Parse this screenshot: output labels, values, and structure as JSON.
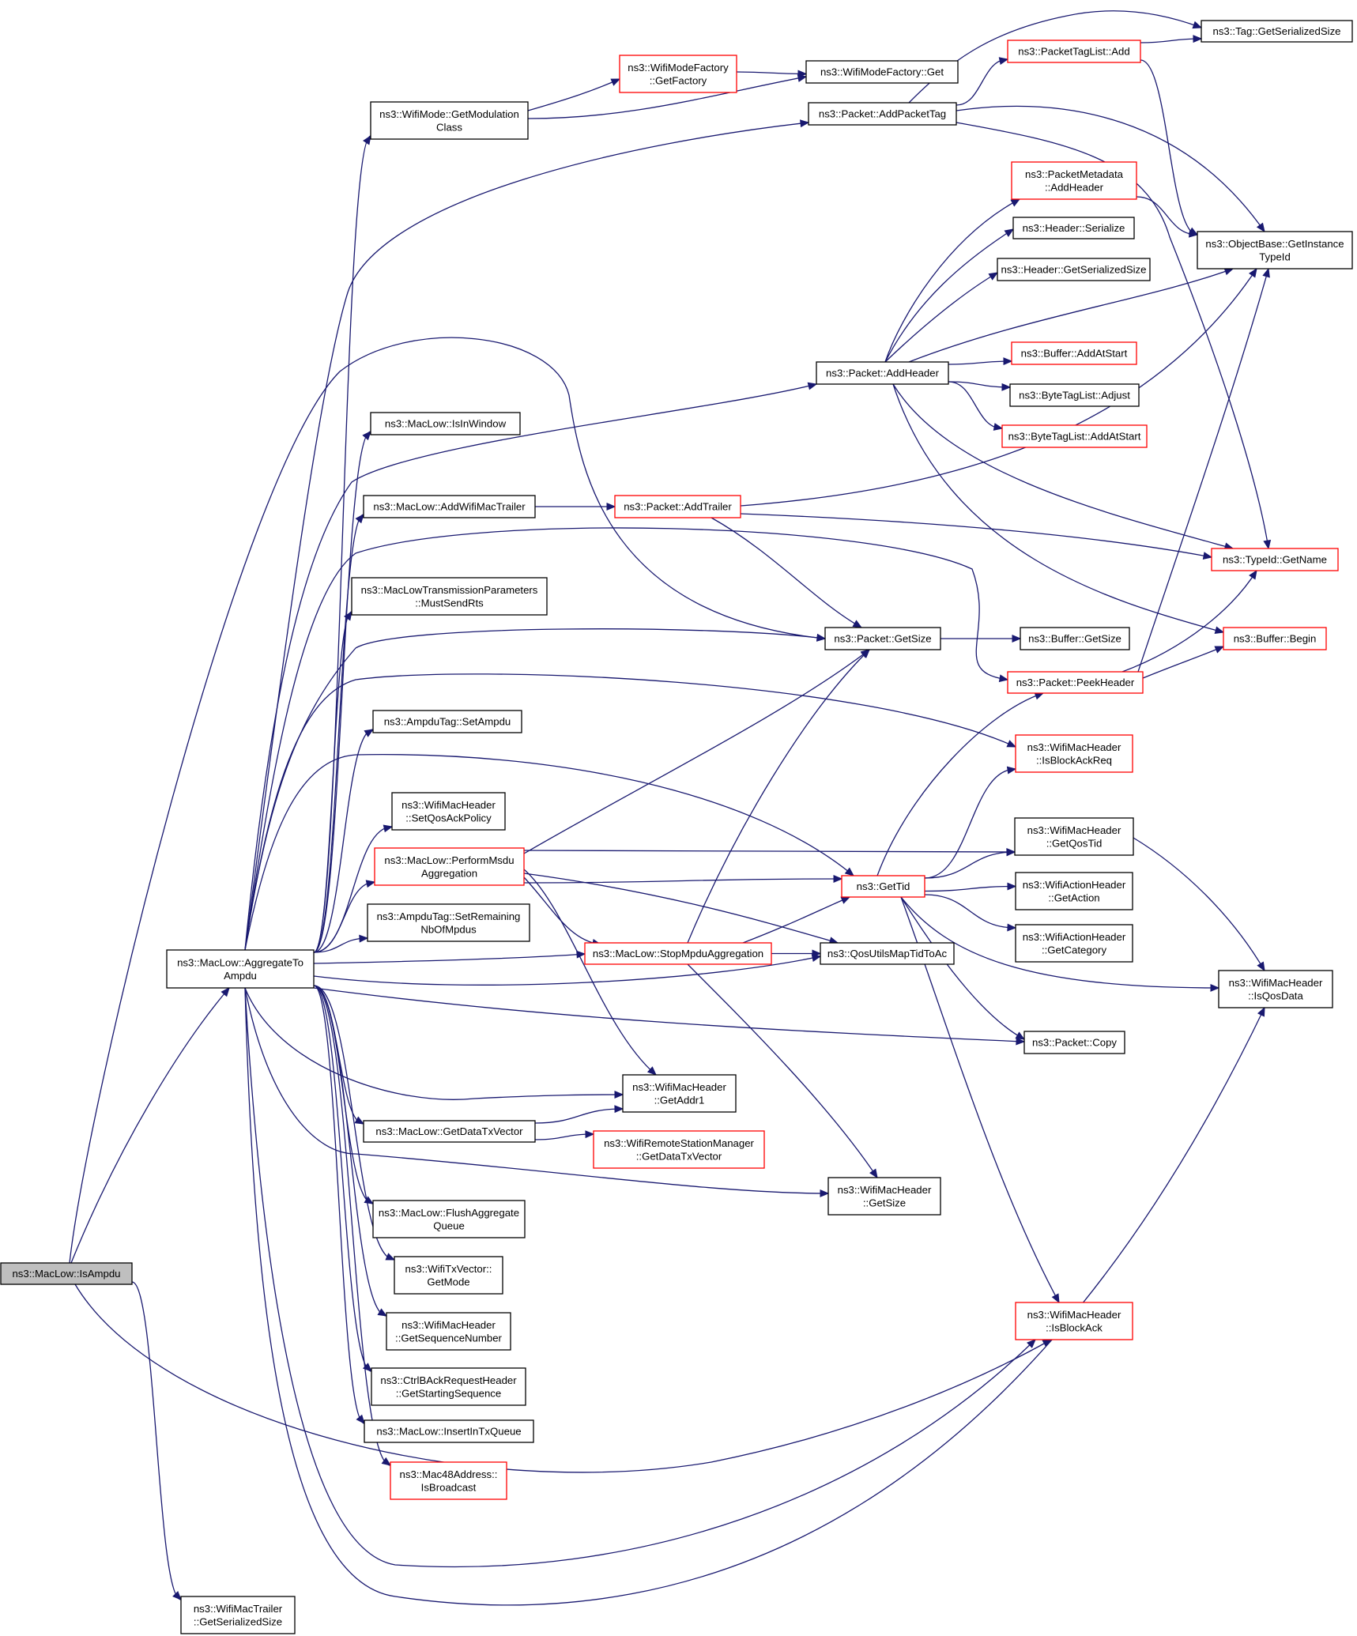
{
  "colors": {
    "edge": "#191970",
    "border_normal": "#000000",
    "border_truncated": "#ff0000",
    "fill_normal": "#ffffff",
    "fill_root": "#bfbfbf"
  },
  "nodes": [
    {
      "id": "isAmpdu",
      "lines": [
        "ns3::MacLow::IsAmpdu"
      ],
      "style": "root"
    },
    {
      "id": "aggregate",
      "lines": [
        "ns3::MacLow::AggregateTo",
        "Ampdu"
      ],
      "style": "normal"
    },
    {
      "id": "trailerSize",
      "lines": [
        "ns3::WifiMacTrailer",
        "::GetSerializedSize"
      ],
      "style": "normal"
    },
    {
      "id": "getModClass",
      "lines": [
        "ns3::WifiMode::GetModulation",
        "Class"
      ],
      "style": "normal"
    },
    {
      "id": "isInWindow",
      "lines": [
        "ns3::MacLow::IsInWindow"
      ],
      "style": "normal"
    },
    {
      "id": "addWifiMacTrailer",
      "lines": [
        "ns3::MacLow::AddWifiMacTrailer"
      ],
      "style": "normal"
    },
    {
      "id": "mustSendRts",
      "lines": [
        "ns3::MacLowTransmissionParameters",
        "::MustSendRts"
      ],
      "style": "normal"
    },
    {
      "id": "setAmpdu",
      "lines": [
        "ns3::AmpduTag::SetAmpdu"
      ],
      "style": "normal"
    },
    {
      "id": "setQosAckPolicy",
      "lines": [
        "ns3::WifiMacHeader",
        "::SetQosAckPolicy"
      ],
      "style": "normal"
    },
    {
      "id": "performMsdu",
      "lines": [
        "ns3::MacLow::PerformMsdu",
        "Aggregation"
      ],
      "style": "truncated"
    },
    {
      "id": "setRemaining",
      "lines": [
        "ns3::AmpduTag::SetRemaining",
        "NbOfMpdus"
      ],
      "style": "normal"
    },
    {
      "id": "getDataTxVector",
      "lines": [
        "ns3::MacLow::GetDataTxVector"
      ],
      "style": "normal"
    },
    {
      "id": "flushAggQueue",
      "lines": [
        "ns3::MacLow::FlushAggregate",
        "Queue"
      ],
      "style": "normal"
    },
    {
      "id": "getMode",
      "lines": [
        "ns3::WifiTxVector::",
        "GetMode"
      ],
      "style": "normal"
    },
    {
      "id": "getSeqNum",
      "lines": [
        "ns3::WifiMacHeader",
        "::GetSequenceNumber"
      ],
      "style": "normal"
    },
    {
      "id": "getStartSeq",
      "lines": [
        "ns3::CtrlBAckRequestHeader",
        "::GetStartingSequence"
      ],
      "style": "normal"
    },
    {
      "id": "insertInTxQueue",
      "lines": [
        "ns3::MacLow::InsertInTxQueue"
      ],
      "style": "normal"
    },
    {
      "id": "isBroadcast",
      "lines": [
        "ns3::Mac48Address::",
        "IsBroadcast"
      ],
      "style": "truncated"
    },
    {
      "id": "modeFactoryGetFactory",
      "lines": [
        "ns3::WifiModeFactory",
        "::GetFactory"
      ],
      "style": "truncated"
    },
    {
      "id": "modeFactoryGet",
      "lines": [
        "ns3::WifiModeFactory::Get"
      ],
      "style": "normal"
    },
    {
      "id": "addPacketTag",
      "lines": [
        "ns3::Packet::AddPacketTag"
      ],
      "style": "normal"
    },
    {
      "id": "addHeader",
      "lines": [
        "ns3::Packet::AddHeader"
      ],
      "style": "normal"
    },
    {
      "id": "addTrailer",
      "lines": [
        "ns3::Packet::AddTrailer"
      ],
      "style": "truncated"
    },
    {
      "id": "packetGetSize",
      "lines": [
        "ns3::Packet::GetSize"
      ],
      "style": "normal"
    },
    {
      "id": "stopMpdu",
      "lines": [
        "ns3::MacLow::StopMpduAggregation"
      ],
      "style": "truncated"
    },
    {
      "id": "qosMapTid",
      "lines": [
        "ns3::QosUtilsMapTidToAc"
      ],
      "style": "normal"
    },
    {
      "id": "getAddr1",
      "lines": [
        "ns3::WifiMacHeader",
        "::GetAddr1"
      ],
      "style": "normal"
    },
    {
      "id": "rsmGetDataTxVector",
      "lines": [
        "ns3::WifiRemoteStationManager",
        "::GetDataTxVector"
      ],
      "style": "truncated"
    },
    {
      "id": "macHeaderGetSize",
      "lines": [
        "ns3::WifiMacHeader",
        "::GetSize"
      ],
      "style": "normal"
    },
    {
      "id": "getTid",
      "lines": [
        "ns3::GetTid"
      ],
      "style": "truncated"
    },
    {
      "id": "tagListAdd",
      "lines": [
        "ns3::PacketTagList::Add"
      ],
      "style": "truncated"
    },
    {
      "id": "metadataAddHeader",
      "lines": [
        "ns3::PacketMetadata",
        "::AddHeader"
      ],
      "style": "truncated"
    },
    {
      "id": "headerSerialize",
      "lines": [
        "ns3::Header::Serialize"
      ],
      "style": "normal"
    },
    {
      "id": "headerGetSerSize",
      "lines": [
        "ns3::Header::GetSerializedSize"
      ],
      "style": "normal"
    },
    {
      "id": "bufferAddAtStart",
      "lines": [
        "ns3::Buffer::AddAtStart"
      ],
      "style": "truncated"
    },
    {
      "id": "byteTagAdjust",
      "lines": [
        "ns3::ByteTagList::Adjust"
      ],
      "style": "normal"
    },
    {
      "id": "byteTagAddAtStart",
      "lines": [
        "ns3::ByteTagList::AddAtStart"
      ],
      "style": "truncated"
    },
    {
      "id": "bufferGetSize",
      "lines": [
        "ns3::Buffer::GetSize"
      ],
      "style": "normal"
    },
    {
      "id": "peekHeader",
      "lines": [
        "ns3::Packet::PeekHeader"
      ],
      "style": "truncated"
    },
    {
      "id": "isBlockAckReq",
      "lines": [
        "ns3::WifiMacHeader",
        "::IsBlockAckReq"
      ],
      "style": "truncated"
    },
    {
      "id": "getQosTid",
      "lines": [
        "ns3::WifiMacHeader",
        "::GetQosTid"
      ],
      "style": "normal"
    },
    {
      "id": "getAction",
      "lines": [
        "ns3::WifiActionHeader",
        "::GetAction"
      ],
      "style": "normal"
    },
    {
      "id": "getCategory",
      "lines": [
        "ns3::WifiActionHeader",
        "::GetCategory"
      ],
      "style": "normal"
    },
    {
      "id": "packetCopy",
      "lines": [
        "ns3::Packet::Copy"
      ],
      "style": "normal"
    },
    {
      "id": "isBlockAck",
      "lines": [
        "ns3::WifiMacHeader",
        "::IsBlockAck"
      ],
      "style": "truncated"
    },
    {
      "id": "tagGetSerSize",
      "lines": [
        "ns3::Tag::GetSerializedSize"
      ],
      "style": "normal"
    },
    {
      "id": "getInstanceTypeId",
      "lines": [
        "ns3::ObjectBase::GetInstance",
        "TypeId"
      ],
      "style": "normal"
    },
    {
      "id": "typeIdGetName",
      "lines": [
        "ns3::TypeId::GetName"
      ],
      "style": "truncated"
    },
    {
      "id": "bufferBegin",
      "lines": [
        "ns3::Buffer::Begin"
      ],
      "style": "truncated"
    },
    {
      "id": "isQosData",
      "lines": [
        "ns3::WifiMacHeader",
        "::IsQosData"
      ],
      "style": "normal"
    }
  ],
  "edges": [
    [
      "isAmpdu",
      "aggregate"
    ],
    [
      "isAmpdu",
      "trailerSize"
    ],
    [
      "isAmpdu",
      "packetGetSize"
    ],
    [
      "isAmpdu",
      "isBlockAck"
    ],
    [
      "aggregate",
      "getModClass"
    ],
    [
      "aggregate",
      "isInWindow"
    ],
    [
      "aggregate",
      "addWifiMacTrailer"
    ],
    [
      "aggregate",
      "mustSendRts"
    ],
    [
      "aggregate",
      "setAmpdu"
    ],
    [
      "aggregate",
      "setQosAckPolicy"
    ],
    [
      "aggregate",
      "performMsdu"
    ],
    [
      "aggregate",
      "setRemaining"
    ],
    [
      "aggregate",
      "getDataTxVector"
    ],
    [
      "aggregate",
      "flushAggQueue"
    ],
    [
      "aggregate",
      "getMode"
    ],
    [
      "aggregate",
      "getSeqNum"
    ],
    [
      "aggregate",
      "getStartSeq"
    ],
    [
      "aggregate",
      "insertInTxQueue"
    ],
    [
      "aggregate",
      "isBroadcast"
    ],
    [
      "aggregate",
      "addPacketTag"
    ],
    [
      "aggregate",
      "addHeader"
    ],
    [
      "aggregate",
      "packetGetSize"
    ],
    [
      "aggregate",
      "peekHeader"
    ],
    [
      "aggregate",
      "isBlockAckReq"
    ],
    [
      "aggregate",
      "getTid"
    ],
    [
      "aggregate",
      "stopMpdu"
    ],
    [
      "aggregate",
      "qosMapTid"
    ],
    [
      "aggregate",
      "packetCopy"
    ],
    [
      "aggregate",
      "getAddr1"
    ],
    [
      "aggregate",
      "macHeaderGetSize"
    ],
    [
      "aggregate",
      "isBlockAck"
    ],
    [
      "aggregate",
      "isQosData"
    ],
    [
      "getModClass",
      "modeFactoryGetFactory"
    ],
    [
      "getModClass",
      "modeFactoryGet"
    ],
    [
      "modeFactoryGetFactory",
      "modeFactoryGet"
    ],
    [
      "addWifiMacTrailer",
      "addTrailer"
    ],
    [
      "performMsdu",
      "packetGetSize"
    ],
    [
      "performMsdu",
      "getQosTid"
    ],
    [
      "performMsdu",
      "getTid"
    ],
    [
      "performMsdu",
      "stopMpdu"
    ],
    [
      "performMsdu",
      "qosMapTid"
    ],
    [
      "performMsdu",
      "getAddr1"
    ],
    [
      "getDataTxVector",
      "getAddr1"
    ],
    [
      "getDataTxVector",
      "rsmGetDataTxVector"
    ],
    [
      "stopMpdu",
      "getTid"
    ],
    [
      "stopMpdu",
      "qosMapTid"
    ],
    [
      "stopMpdu",
      "packetGetSize"
    ],
    [
      "stopMpdu",
      "macHeaderGetSize"
    ],
    [
      "addPacketTag",
      "tagListAdd"
    ],
    [
      "addPacketTag",
      "tagGetSerSize"
    ],
    [
      "addPacketTag",
      "getInstanceTypeId"
    ],
    [
      "addPacketTag",
      "typeIdGetName"
    ],
    [
      "tagListAdd",
      "tagGetSerSize"
    ],
    [
      "tagListAdd",
      "getInstanceTypeId"
    ],
    [
      "addHeader",
      "metadataAddHeader"
    ],
    [
      "addHeader",
      "headerSerialize"
    ],
    [
      "addHeader",
      "headerGetSerSize"
    ],
    [
      "addHeader",
      "getInstanceTypeId"
    ],
    [
      "addHeader",
      "bufferAddAtStart"
    ],
    [
      "addHeader",
      "byteTagAdjust"
    ],
    [
      "addHeader",
      "byteTagAddAtStart"
    ],
    [
      "addHeader",
      "typeIdGetName"
    ],
    [
      "addHeader",
      "bufferBegin"
    ],
    [
      "metadataAddHeader",
      "getInstanceTypeId"
    ],
    [
      "addTrailer",
      "getInstanceTypeId"
    ],
    [
      "addTrailer",
      "typeIdGetName"
    ],
    [
      "addTrailer",
      "packetGetSize"
    ],
    [
      "packetGetSize",
      "bufferGetSize"
    ],
    [
      "peekHeader",
      "getInstanceTypeId"
    ],
    [
      "peekHeader",
      "typeIdGetName"
    ],
    [
      "peekHeader",
      "bufferBegin"
    ],
    [
      "getTid",
      "peekHeader"
    ],
    [
      "getTid",
      "isBlockAckReq"
    ],
    [
      "getTid",
      "getQosTid"
    ],
    [
      "getTid",
      "getAction"
    ],
    [
      "getTid",
      "getCategory"
    ],
    [
      "getTid",
      "isQosData"
    ],
    [
      "getTid",
      "packetCopy"
    ],
    [
      "getTid",
      "isBlockAck"
    ],
    [
      "getQosTid",
      "isQosData"
    ]
  ]
}
